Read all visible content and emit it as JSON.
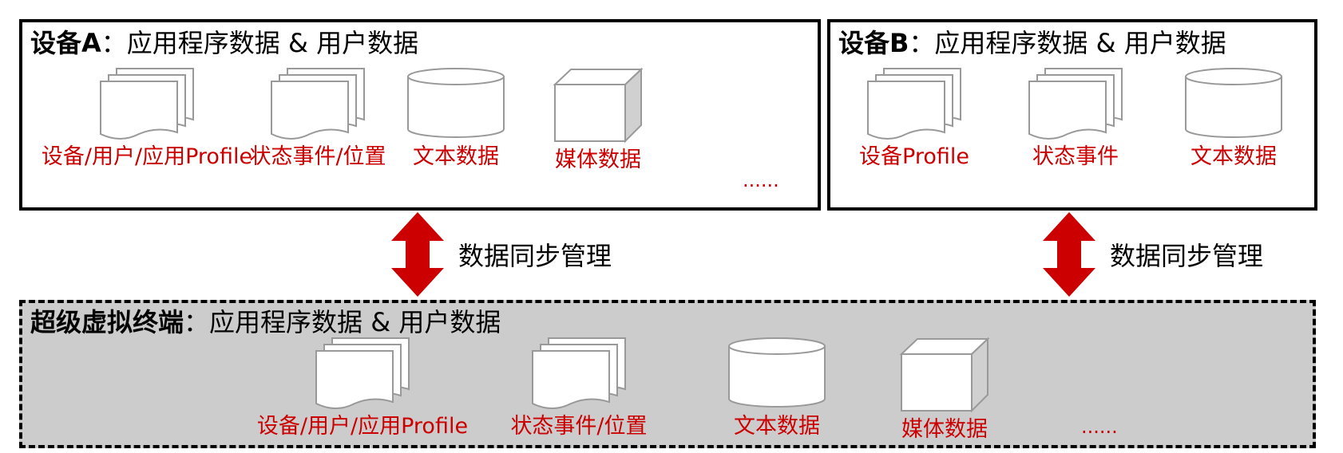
{
  "device_a": {
    "title_bold": "设备A",
    "title_rest": "：应用程序数据 & 用户数据",
    "items": [
      {
        "icon": "stacked-documents-icon",
        "label": "设备/用户/应用Profile"
      },
      {
        "icon": "stacked-documents-icon",
        "label": "状态事件/位置"
      },
      {
        "icon": "database-cylinder-icon",
        "label": "文本数据"
      },
      {
        "icon": "cube-icon",
        "label": "媒体数据"
      }
    ],
    "ellipsis": "......"
  },
  "device_b": {
    "title_bold": "设备B",
    "title_rest": "：应用程序数据 & 用户数据",
    "items": [
      {
        "icon": "stacked-documents-icon",
        "label": "设备Profile"
      },
      {
        "icon": "stacked-documents-icon",
        "label": "状态事件"
      },
      {
        "icon": "database-cylinder-icon",
        "label": "文本数据"
      }
    ]
  },
  "super_terminal": {
    "title_bold": "超级虚拟终端",
    "title_rest": "：应用程序数据 & 用户数据",
    "items": [
      {
        "icon": "stacked-documents-icon",
        "label": "设备/用户/应用Profile"
      },
      {
        "icon": "stacked-documents-icon",
        "label": "状态事件/位置"
      },
      {
        "icon": "database-cylinder-icon",
        "label": "文本数据"
      },
      {
        "icon": "cube-icon",
        "label": "媒体数据"
      }
    ],
    "ellipsis": "......"
  },
  "sync": {
    "left_label": "数据同步管理",
    "right_label": "数据同步管理",
    "arrow_icon": "double-arrow-icon",
    "arrow_color": "#cc0000"
  },
  "colors": {
    "label_red": "#cc0000",
    "shared_panel_bg": "#cccccc",
    "border": "#000000"
  }
}
